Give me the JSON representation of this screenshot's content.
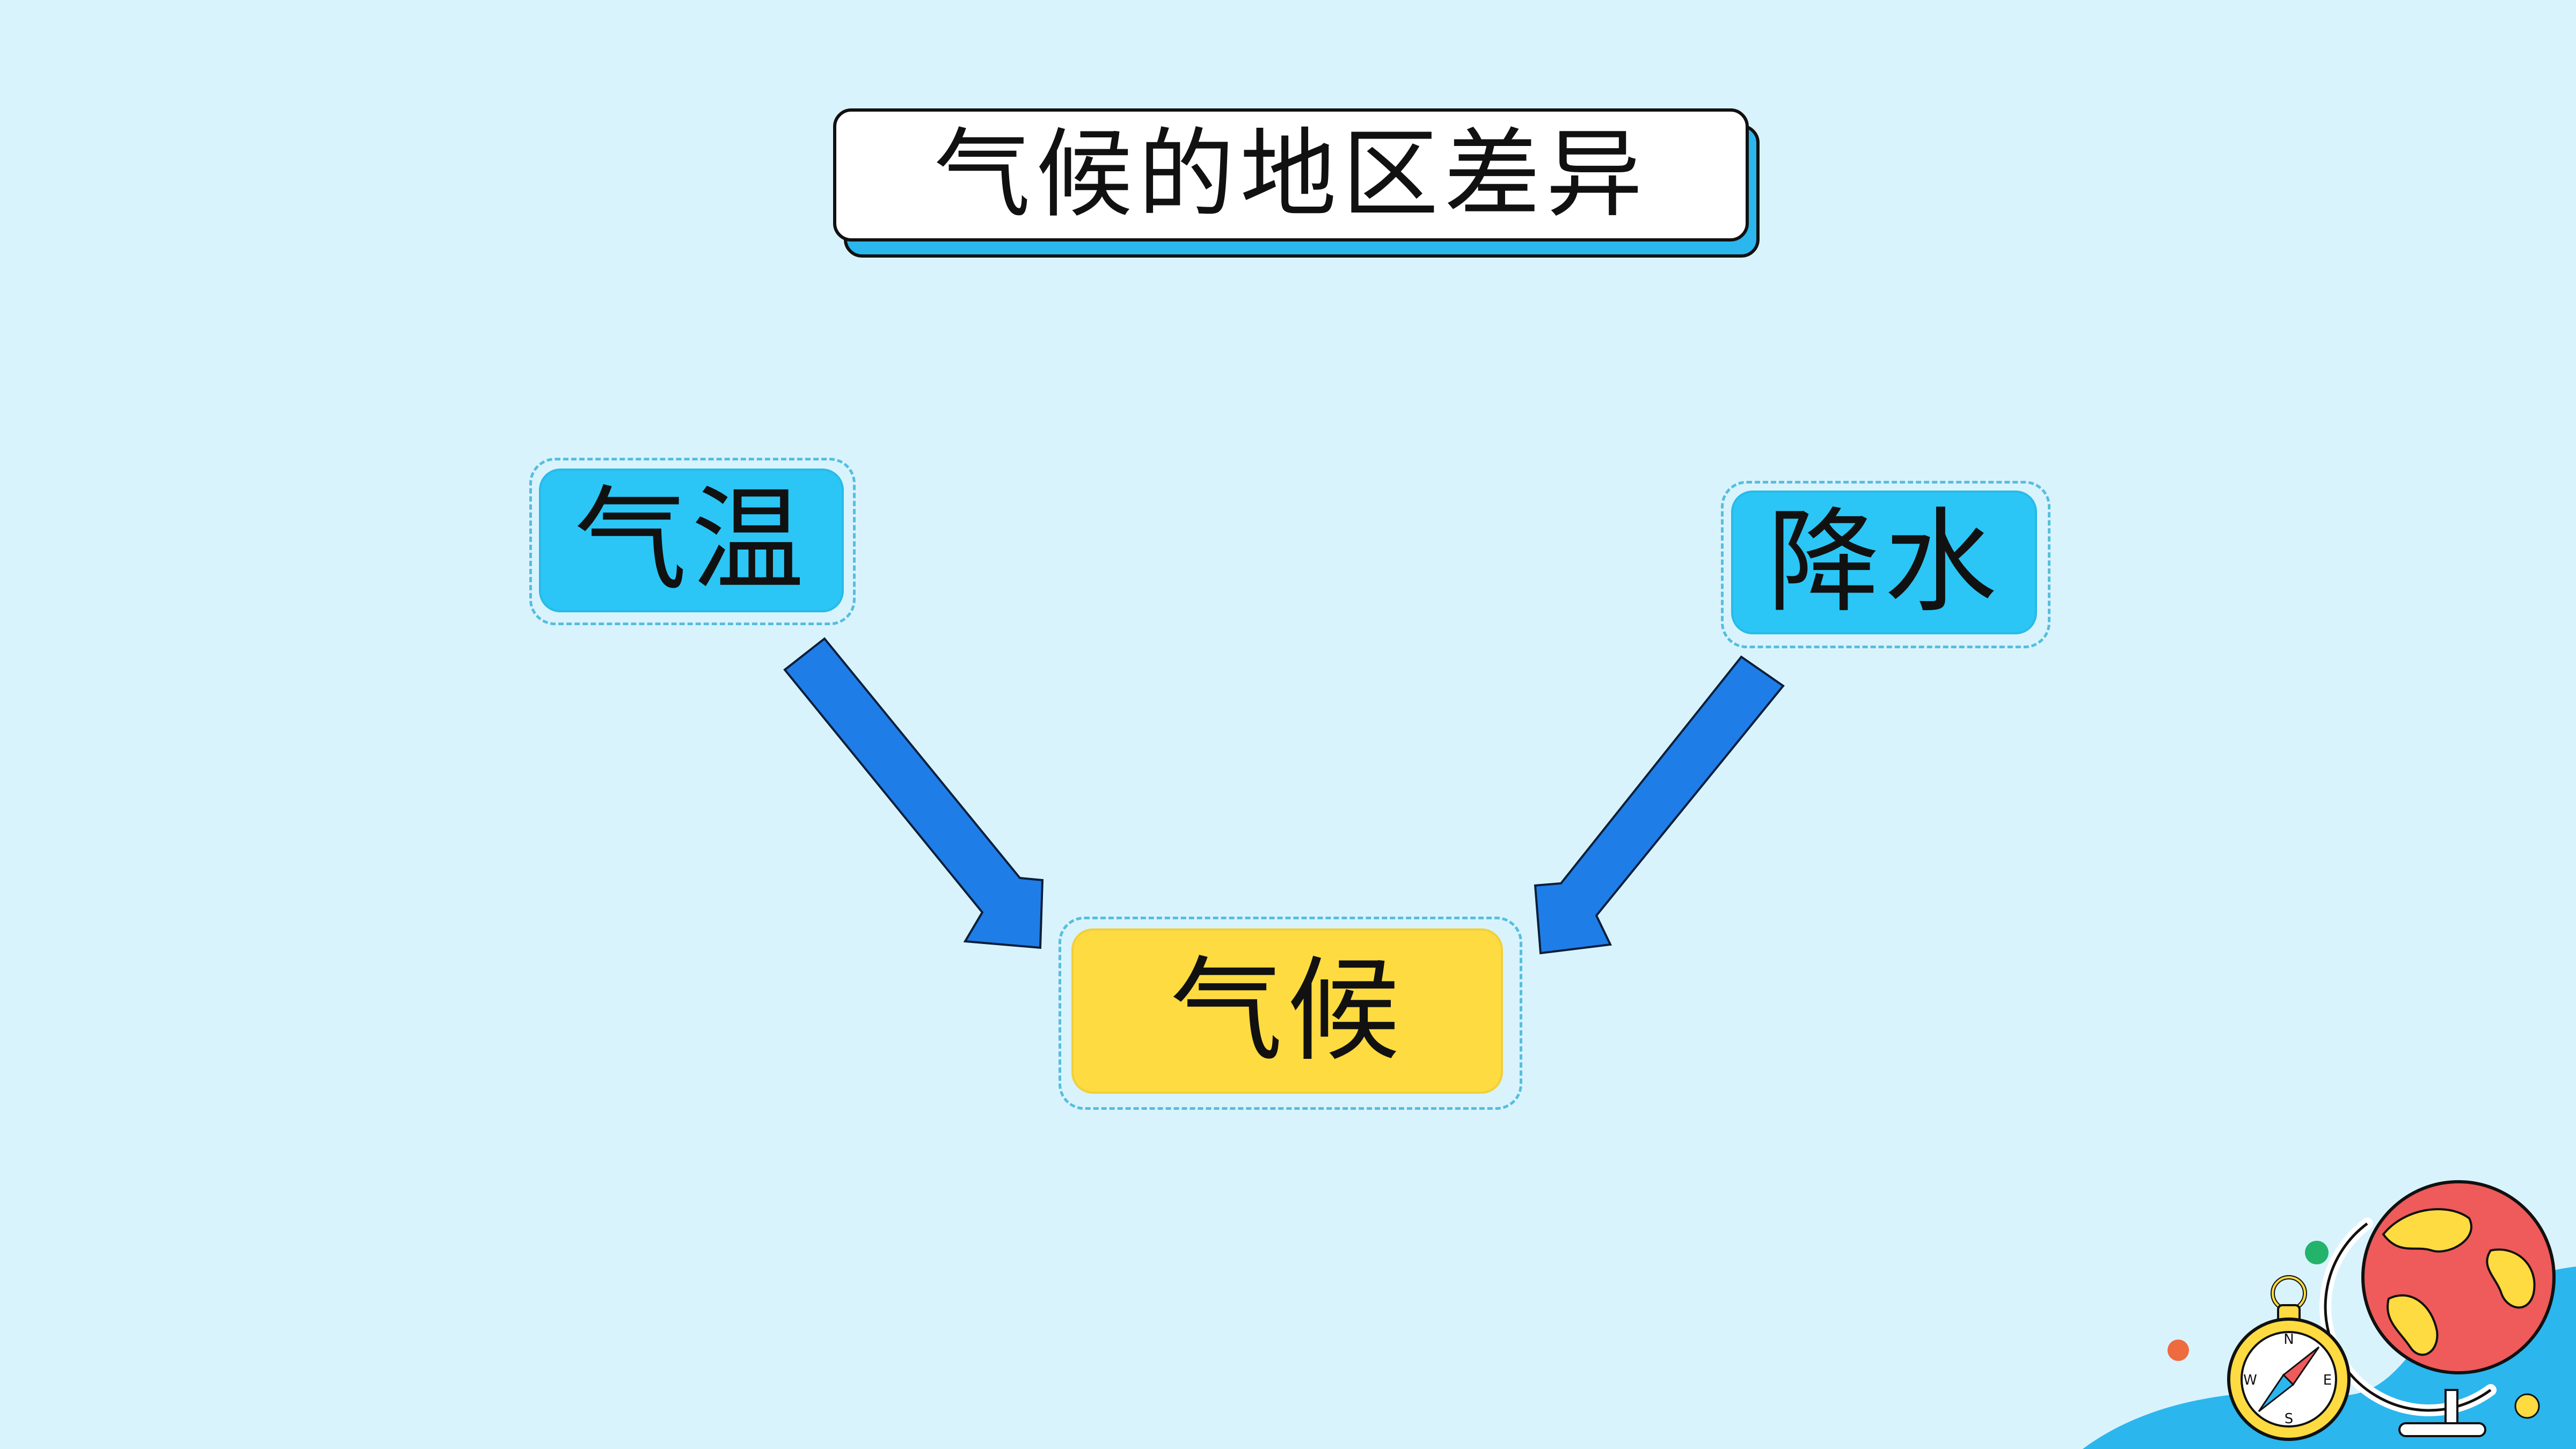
{
  "title": "气候的地区差异",
  "nodes": {
    "temperature": "气温",
    "precipitation": "降水",
    "climate": "气候"
  },
  "decor": {
    "compass_letters": [
      "N",
      "E",
      "S",
      "W"
    ]
  },
  "colors": {
    "background": "#d9f3fd",
    "node_blue": "#2bc6f5",
    "node_yellow": "#fedb40",
    "arrow": "#1f7de8",
    "title_shadow": "#2bb6ee"
  }
}
